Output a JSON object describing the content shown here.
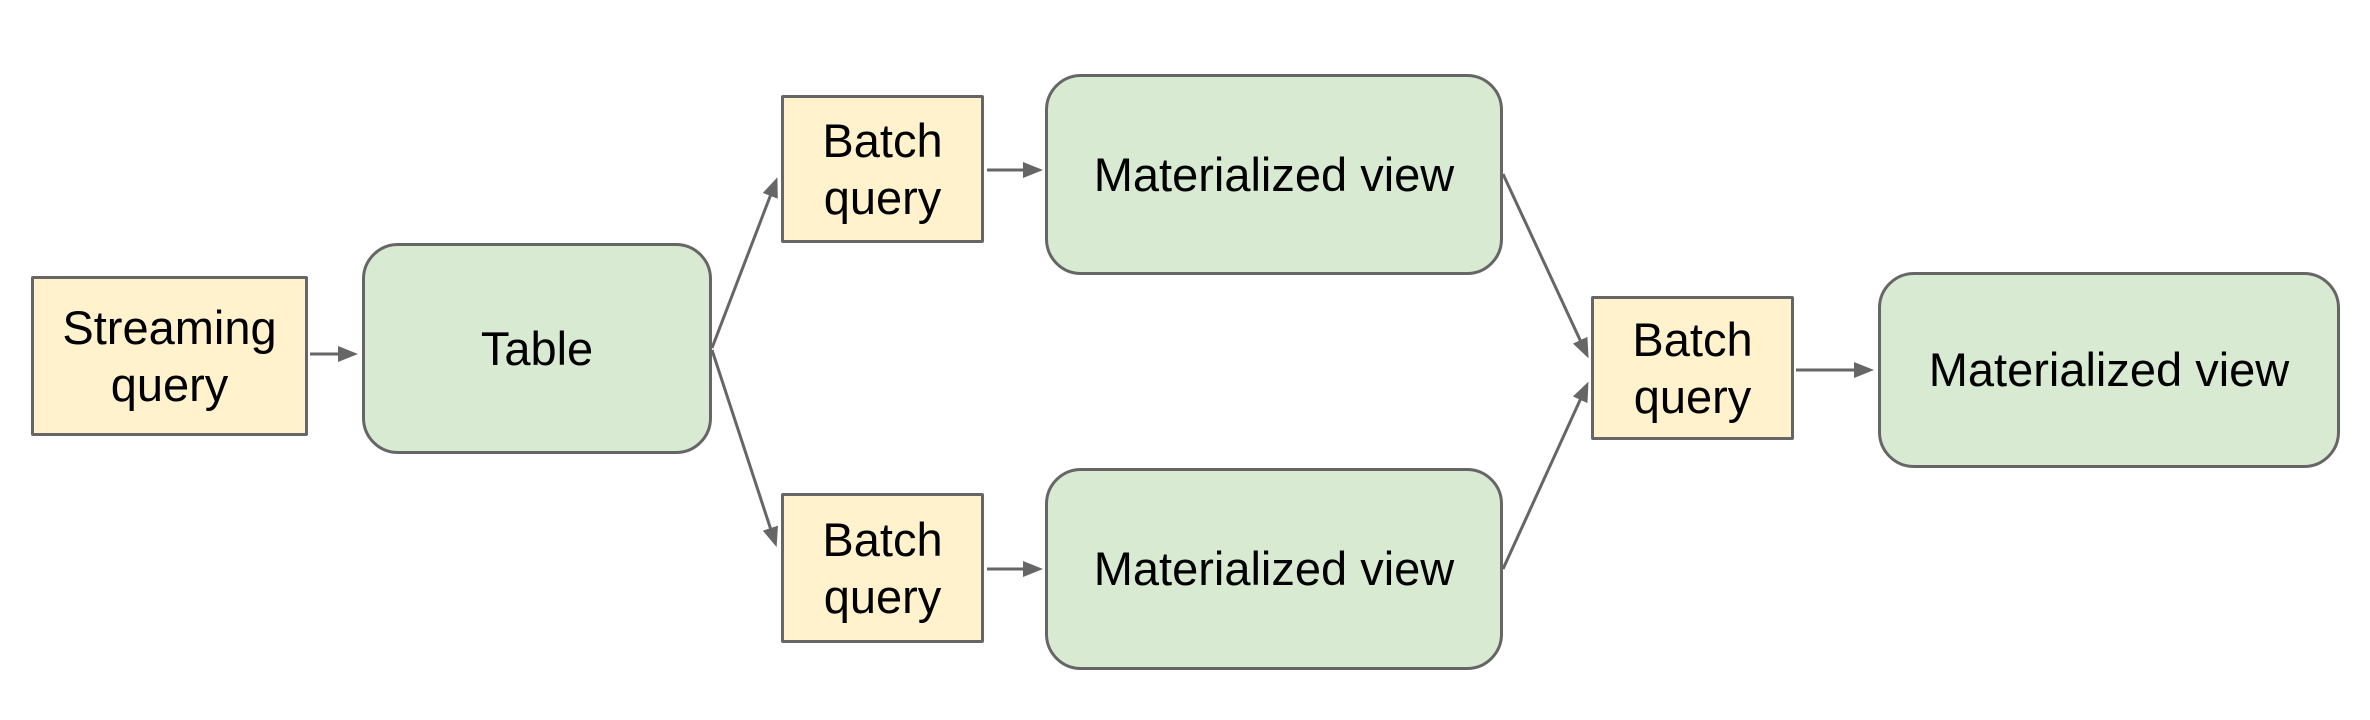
{
  "diagram": {
    "background": "#ffffff",
    "colors": {
      "query_fill": "#fff2cc",
      "dataset_fill": "#d9ead3",
      "stroke": "#666666",
      "arrow": "#666666",
      "text": "#000000"
    },
    "nodes": [
      {
        "id": "streaming-query",
        "label": "Streaming query",
        "kind": "query"
      },
      {
        "id": "table",
        "label": "Table",
        "kind": "dataset"
      },
      {
        "id": "batch-query-top",
        "label": "Batch query",
        "kind": "query"
      },
      {
        "id": "materialized-view-top",
        "label": "Materialized view",
        "kind": "dataset"
      },
      {
        "id": "batch-query-bottom",
        "label": "Batch query",
        "kind": "query"
      },
      {
        "id": "materialized-view-bottom",
        "label": "Materialized view",
        "kind": "dataset"
      },
      {
        "id": "batch-query-right",
        "label": "Batch query",
        "kind": "query"
      },
      {
        "id": "materialized-view-right",
        "label": "Materialized view",
        "kind": "dataset"
      }
    ],
    "edges": [
      {
        "from": "streaming-query",
        "to": "table"
      },
      {
        "from": "table",
        "to": "batch-query-top"
      },
      {
        "from": "table",
        "to": "batch-query-bottom"
      },
      {
        "from": "batch-query-top",
        "to": "materialized-view-top"
      },
      {
        "from": "batch-query-bottom",
        "to": "materialized-view-bottom"
      },
      {
        "from": "materialized-view-top",
        "to": "batch-query-right"
      },
      {
        "from": "materialized-view-bottom",
        "to": "batch-query-right"
      },
      {
        "from": "batch-query-right",
        "to": "materialized-view-right"
      }
    ]
  }
}
